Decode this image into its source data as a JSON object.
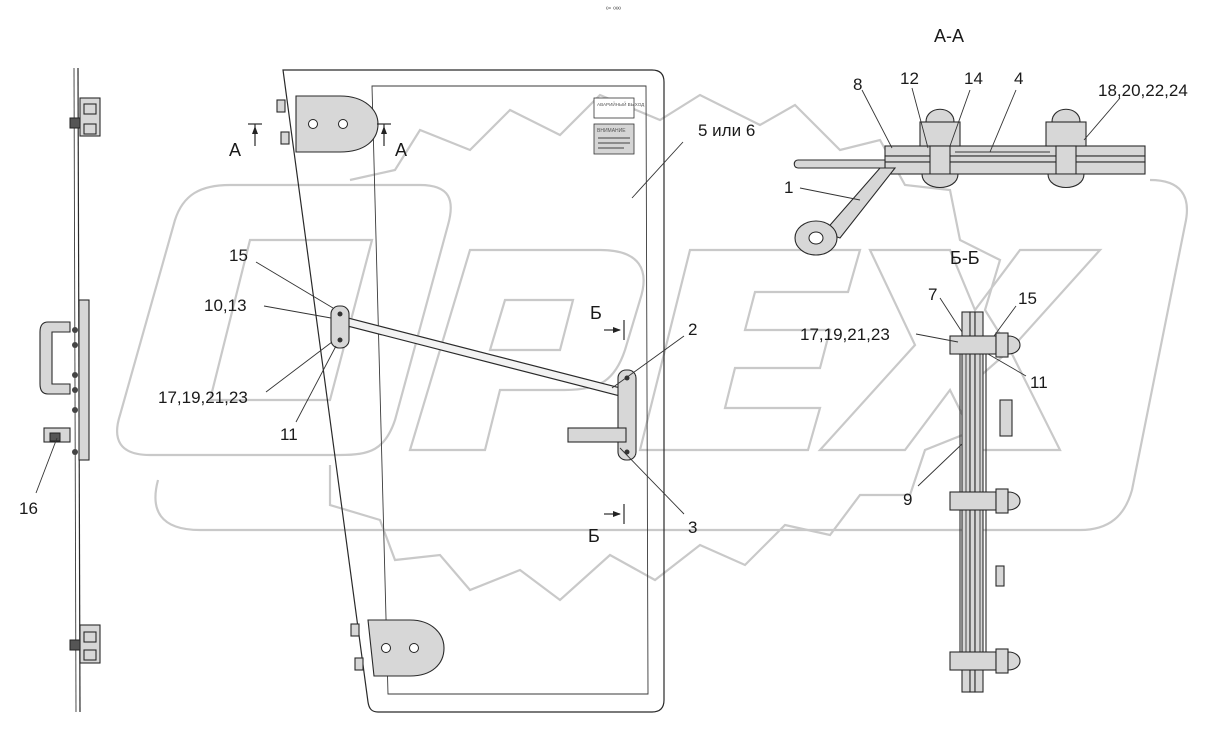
{
  "top_marks": "º° ººº",
  "section_titles": {
    "aa": "А-А",
    "bb": "Б-Б"
  },
  "cut_marks": {
    "a_left": "А",
    "a_right": "А",
    "b_top": "Б",
    "b_bottom": "Б"
  },
  "callouts": {
    "c1": "1",
    "c2": "2",
    "c3": "3",
    "c4": "4",
    "c56": "5 или 6",
    "c7": "7",
    "c8": "8",
    "c9": "9",
    "c1013": "10,13",
    "c11_left": "11",
    "c11_right": "11",
    "c12": "12",
    "c14": "14",
    "c15_left": "15",
    "c15_right": "15",
    "c16": "16",
    "c17_left": "17,19,21,23",
    "c17_right": "17,19,21,23",
    "c18": "18,20,22,24"
  },
  "label_plate": {
    "top_text": "АВАРИЙНЫЙ ВЫХОД",
    "mid_text": "ВНИМАНИЕ"
  },
  "watermark": "OPEX",
  "colors": {
    "line": "#2a2a2a",
    "part_fill": "#d7d7d7",
    "watermark": "#c9c9c9"
  }
}
